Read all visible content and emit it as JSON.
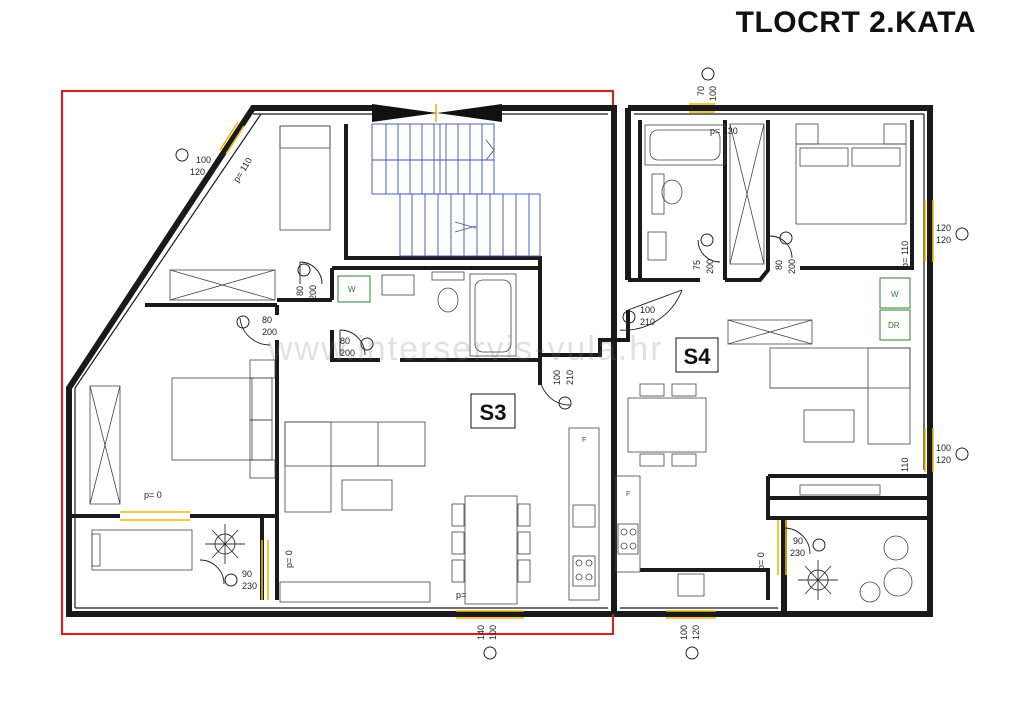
{
  "title": "TLOCRT 2.KATA",
  "watermark": "www.interservis-vula.hr",
  "units": {
    "s3": {
      "label": "S3"
    },
    "s4": {
      "label": "S4"
    }
  },
  "openings": {
    "top_window_w": "100",
    "top_window_h": "70",
    "bath_parapet": "p= 130",
    "nw_window_w": "100",
    "nw_window_h": "120",
    "nw_parapet": "p= 110",
    "s3_room_door_w": "80",
    "s3_room_door_h": "200",
    "s3_bed_door_w": "80",
    "s3_bed_door_h": "200",
    "s3_bath_door_w": "80",
    "s3_bath_door_h": "200",
    "s3_entry_w": "100",
    "s3_entry_h": "210",
    "s3_balcony_parapet": "p= 0",
    "s3_balcony_door_p": "p= 0",
    "s3_balcony_door_w": "90",
    "s3_balcony_door_h": "230",
    "s3_south_parapet": "p=",
    "s3_south_w": "140",
    "s3_south_h": "100",
    "s4_entry_w": "100",
    "s4_entry_h": "210",
    "s4_bath_door_w": "75",
    "s4_bath_door_h": "200",
    "s4_bed_door_w": "80",
    "s4_bed_door_h": "200",
    "s4_east1_w": "120",
    "s4_east1_h": "120",
    "s4_east1_p": "p= 110",
    "s4_east2_w": "100",
    "s4_east2_h": "120",
    "s4_east2_p": "110",
    "s4_balcony_p": "p= 0",
    "s4_balcony_w": "90",
    "s4_balcony_h": "230",
    "s4_south_w": "100",
    "s4_south_h": "120"
  },
  "fixtures": {
    "washer_s3": "W",
    "washer_s4": "W",
    "dryer_s4": "DR",
    "fridge_s3": "F",
    "fridge_s4": "F"
  },
  "colors": {
    "wall": "#1a1a1a",
    "unit_border": "#c62828",
    "stairs": "#3f51b5",
    "window": "#f2b705",
    "appliance": "#2e7d32"
  }
}
